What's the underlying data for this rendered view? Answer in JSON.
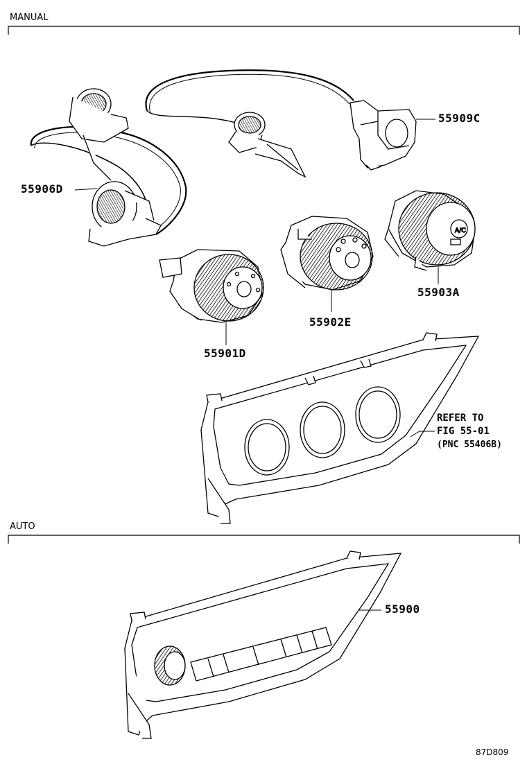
{
  "sections": {
    "manual": "MANUAL",
    "auto": "AUTO"
  },
  "parts": {
    "p55909C": "55909C",
    "p55906D": "55906D",
    "p55903A": "55903A",
    "p55902E": "55902E",
    "p55901D": "55901D",
    "p55900": "55900"
  },
  "reference": {
    "line1": "REFER TO",
    "line2": "FIG 55-01",
    "line3": "(PNC 55406B)"
  },
  "figure_id": "87D809"
}
